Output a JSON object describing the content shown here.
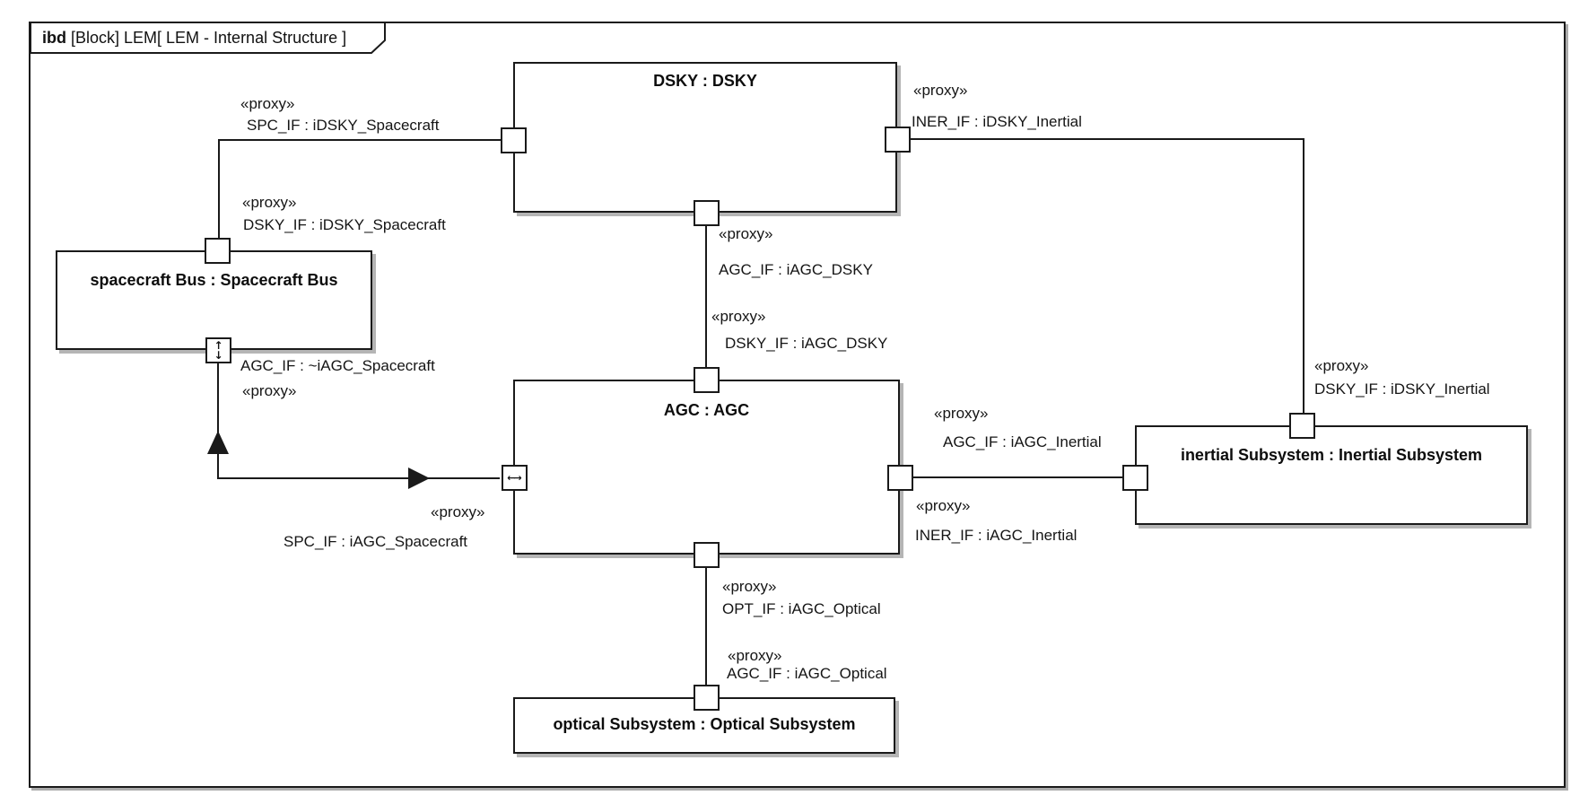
{
  "frame": {
    "kind": "ibd",
    "title": " [Block] LEM[ LEM - Internal Structure ]"
  },
  "blocks": {
    "dsky": {
      "name": "DSKY : DSKY"
    },
    "bus": {
      "name": "spacecraft Bus : Spacecraft Bus"
    },
    "agc": {
      "name": "AGC : AGC"
    },
    "inertial": {
      "name": "inertial Subsystem : Inertial Subsystem"
    },
    "optical": {
      "name": "optical Subsystem : Optical Subsystem"
    }
  },
  "port_labels": [
    {
      "line1": "«proxy»",
      "line2": "SPC_IF : iDSKY_Spacecraft"
    },
    {
      "line1": "«proxy»",
      "line2": "DSKY_IF : iDSKY_Spacecraft"
    },
    {
      "line1": "«proxy»",
      "line2": "INER_IF : iDSKY_Inertial"
    },
    {
      "line1": "«proxy»",
      "line2": "AGC_IF : iAGC_DSKY"
    },
    {
      "line1": "«proxy»",
      "line2": "DSKY_IF : iAGC_DSKY"
    },
    {
      "line1": "AGC_IF : ~iAGC_Spacecraft",
      "line2": "«proxy»"
    },
    {
      "line1": "«proxy»",
      "line2": "SPC_IF : iAGC_Spacecraft"
    },
    {
      "line1": "«proxy»",
      "line2": "AGC_IF : iAGC_Inertial"
    },
    {
      "line1": "«proxy»",
      "line2": "INER_IF : iAGC_Inertial"
    },
    {
      "line1": "«proxy»",
      "line2": "DSKY_IF : iDSKY_Inertial"
    },
    {
      "line1": "«proxy»",
      "line2": "OPT_IF : iAGC_Optical"
    },
    {
      "line1": "«proxy»",
      "line2": "AGC_IF : iAGC_Optical"
    }
  ],
  "port_glyphs": {
    "up": "↑",
    "down": "↓",
    "left": "←",
    "right": "→"
  },
  "colors": {
    "line": "#1a1a1a",
    "shadow": "#b5b5b5",
    "background": "#ffffff"
  }
}
